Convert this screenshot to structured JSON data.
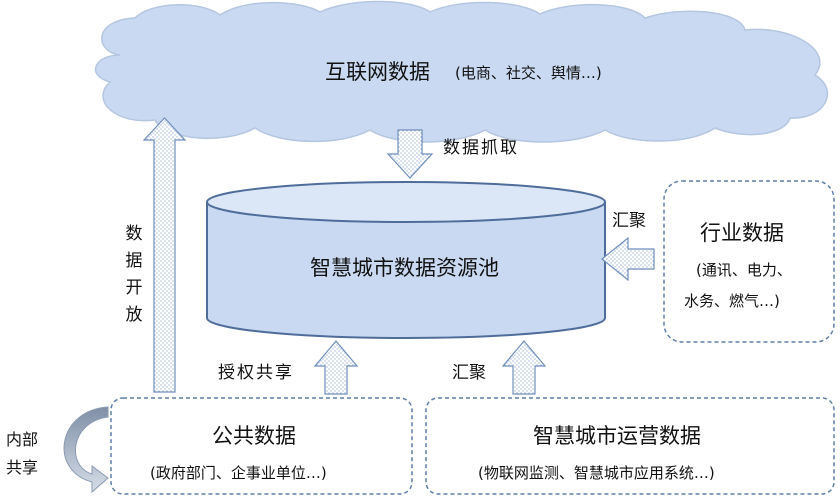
{
  "cloud": {
    "title": "互联网数据",
    "detail": "(电商、社交、舆情…)"
  },
  "pool": {
    "title": "智慧城市数据资源池"
  },
  "industry": {
    "title": "行业数据",
    "detail_line1": "(通讯、电力、",
    "detail_line2": "水务、燃气…)"
  },
  "public": {
    "title": "公共数据",
    "detail": "(政府部门、企事业单位…)"
  },
  "operations": {
    "title": "智慧城市运营数据",
    "detail": "(物联网监测、智慧城市应用系统…)"
  },
  "flows": {
    "crawl": "数据抓取",
    "converge_right": "汇聚",
    "authorize_share": "授权共享",
    "converge_bottom": "汇聚",
    "open": "数\n据\n开\n放",
    "internal_share": "内部\n共享"
  },
  "colors": {
    "fill": "#c9d9f1",
    "stroke": "#4f6d9a",
    "arrow_fill": "#ffffff",
    "arrow_stroke": "#6f8fbd"
  }
}
